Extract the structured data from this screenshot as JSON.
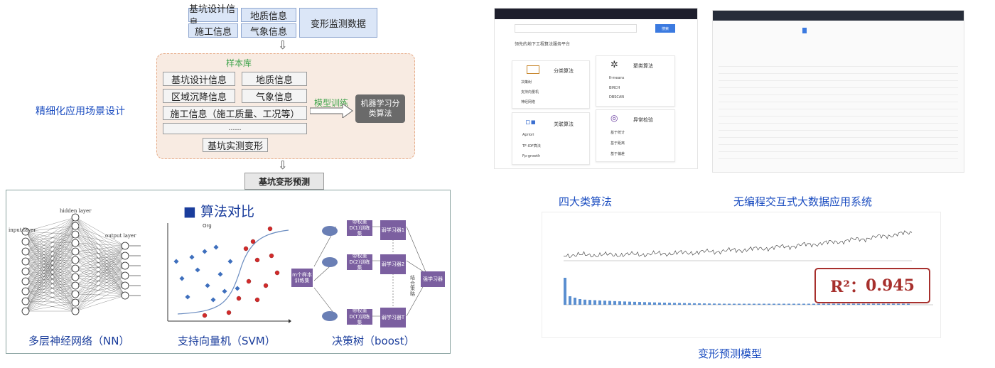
{
  "scenario": {
    "caption": "精细化应用场景设计",
    "inputs": [
      "基坑设计信息",
      "地质信息",
      "施工信息",
      "气象信息"
    ],
    "monitor": "变形监测数据",
    "sample_lib": {
      "title": "样本库",
      "items": [
        "基坑设计信息",
        "地质信息",
        "区域沉降信息",
        "气象信息",
        "施工信息（施工质量、工况等）",
        "……",
        "基坑实测变形"
      ],
      "train_label": "模型训练",
      "ml_label": "机器学习分类算法"
    },
    "result": "基坑变形预测"
  },
  "compare": {
    "title": "■ 算法对比",
    "nn": {
      "caption": "多层神经网络（NN）",
      "input": "input layer",
      "hidden": "hidden layer",
      "output": "output layer"
    },
    "svm": {
      "caption": "支持向量机（SVM）",
      "label": "Org"
    },
    "tree": {
      "caption": "决策树（boost）",
      "sample": "m个样本训练集",
      "sets": [
        "带权重D(1)训练集",
        "带权重D(2)训练集",
        "带权重D(T)训练集"
      ],
      "learners": [
        "弱学习器1",
        "弱学习器2",
        "弱学习器T"
      ],
      "strong": "强学习器",
      "combine": "结合策略"
    }
  },
  "platform": {
    "caption": "四大类算法",
    "heading": "领先的地下工程算法服务平台",
    "search_btn": "搜索",
    "cards": [
      {
        "title": "分类算法",
        "items": [
          "决策树",
          "支持向量机",
          "神经网络"
        ]
      },
      {
        "title": "聚类算法",
        "items": [
          "K-means",
          "BIRCH",
          "DBSCAN"
        ]
      },
      {
        "title": "关联算法",
        "items": [
          "Apriori",
          "TF-IDF算法",
          "Fp-growth"
        ]
      },
      {
        "title": "异常检验",
        "items": [
          "基于统计",
          "基于距离",
          "基于偏差"
        ]
      }
    ]
  },
  "system": {
    "caption": "无编程交互式大数据应用系统"
  },
  "model": {
    "caption": "变形预测模型",
    "r2_label": "R²：",
    "r2_value": "0.945"
  },
  "colors": {
    "caption_blue": "#1a4cc0",
    "r2_red": "#a7302d",
    "tree_purple": "#7b5fa0"
  }
}
